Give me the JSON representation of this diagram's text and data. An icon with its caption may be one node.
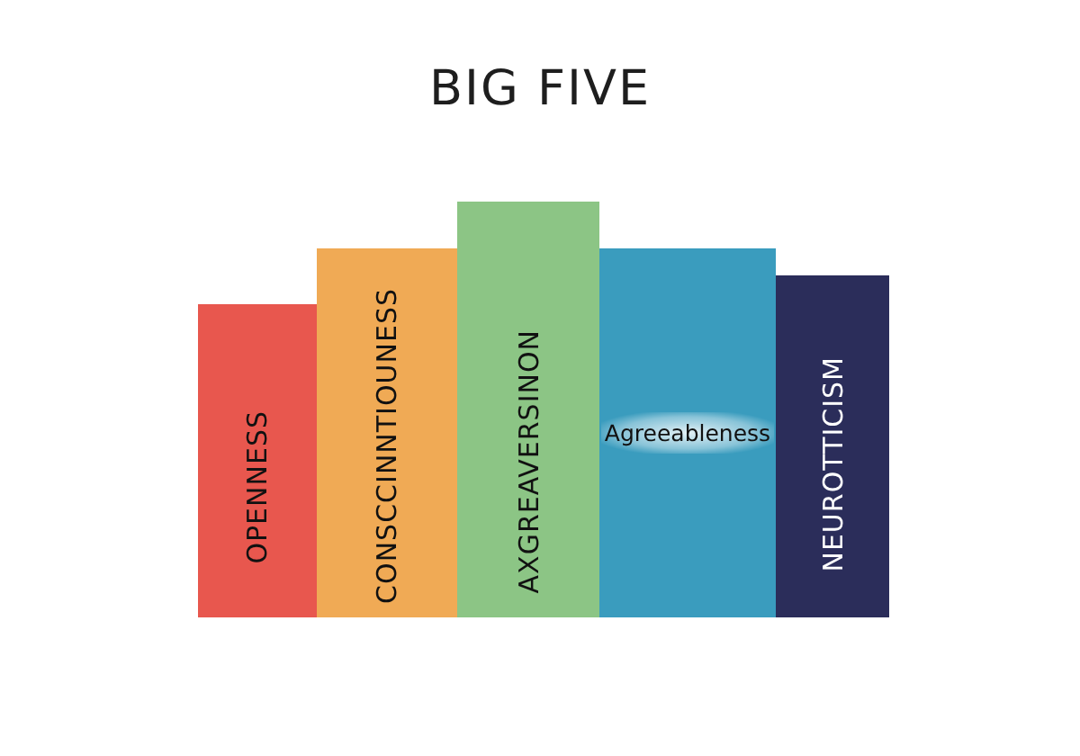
{
  "diagram": {
    "title": "BIG FIVE",
    "nodes": [
      {
        "text": [
          "OPENNESS"
        ]
      },
      {
        "text": [
          "CONSCCINNTIOUNESS"
        ]
      },
      {
        "text": [
          "AXGREAVERSINON"
        ]
      },
      {
        "text": [
          "Agreeableness"
        ]
      },
      {
        "text": [
          "NEUROTTICISM"
        ]
      }
    ]
  }
}
